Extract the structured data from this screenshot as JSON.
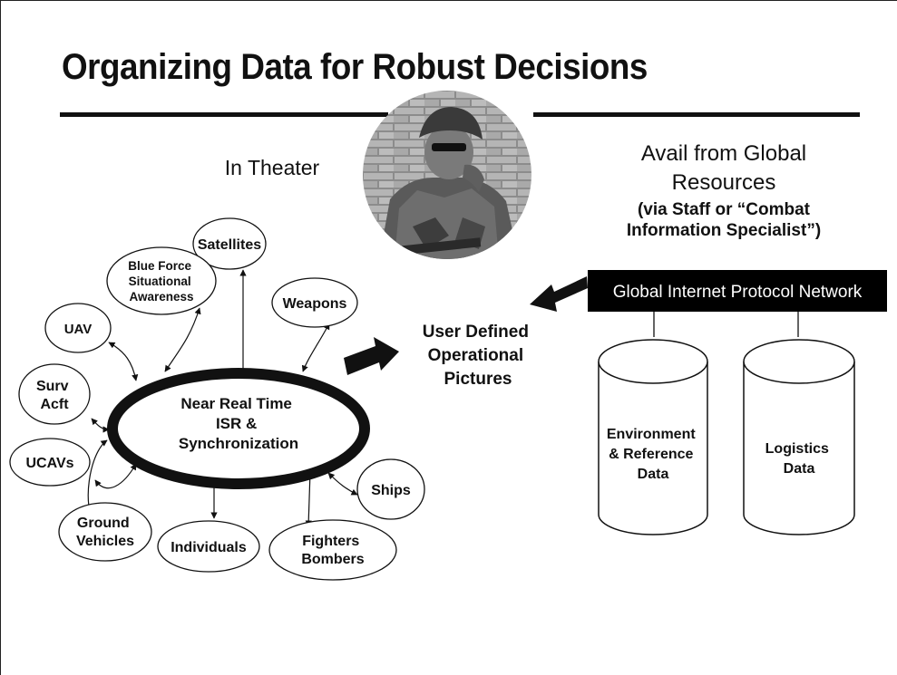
{
  "title": "Organizing Data for Robust Decisions",
  "left_heading": "In Theater",
  "right_heading": [
    "Avail from Global",
    "Resources"
  ],
  "right_subheading": [
    "(via Staff or “Combat",
    "Information Specialist”)"
  ],
  "hub": [
    "Near Real Time",
    "ISR &",
    "Synchronization"
  ],
  "nodes": {
    "satellites": [
      "Satellites"
    ],
    "blue_force": [
      "Blue Force",
      "Situational",
      "Awareness"
    ],
    "weapons": [
      "Weapons"
    ],
    "uav": [
      "UAV"
    ],
    "surv_acft": [
      "Surv",
      "Acft"
    ],
    "ucavs": [
      "UCAVs"
    ],
    "ground_vehicles": [
      "Ground",
      "Vehicles"
    ],
    "individuals": [
      "Individuals"
    ],
    "fighters_bombers": [
      "Fighters",
      "Bombers"
    ],
    "ships": [
      "Ships"
    ]
  },
  "center_label": [
    "User Defined",
    "Operational",
    "Pictures"
  ],
  "network_label": "Global Internet Protocol Network",
  "databases": {
    "environment": [
      "Environment",
      "& Reference",
      "Data"
    ],
    "logistics": [
      "Logistics",
      "Data"
    ]
  },
  "icons": {
    "photo": "soldier-photo-icon"
  }
}
